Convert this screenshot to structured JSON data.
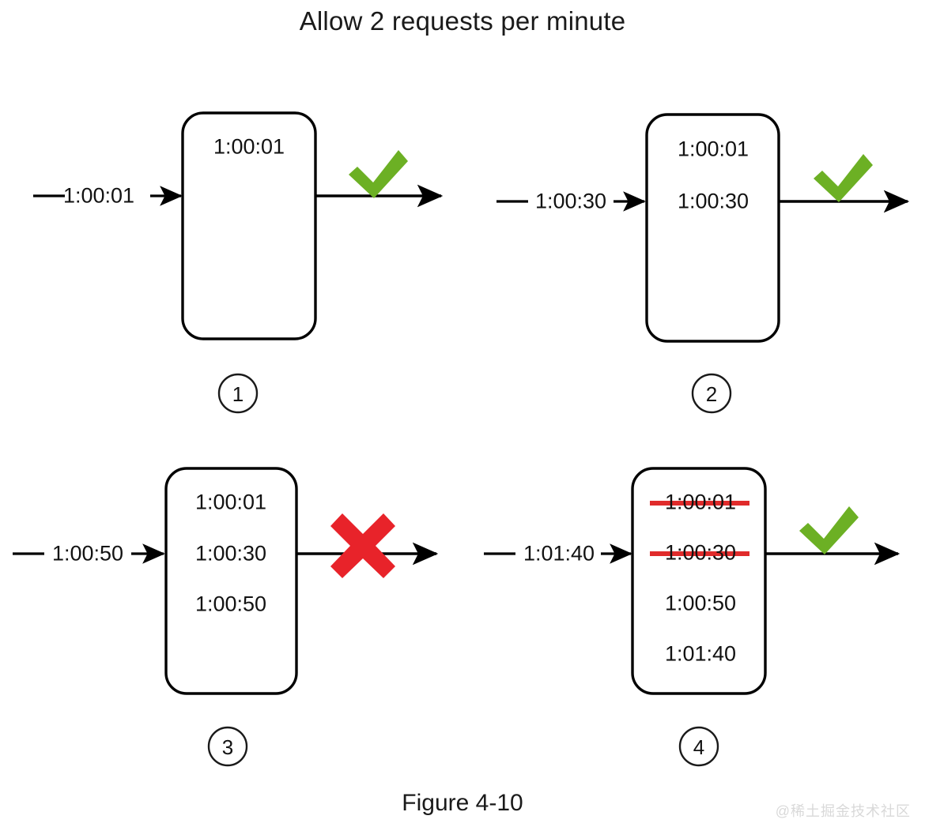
{
  "figure": {
    "title": "Allow 2 requests per minute",
    "caption": "Figure 4-10",
    "watermark": "@稀土掘金技术社区"
  },
  "colors": {
    "stroke": "#000000",
    "check_green": "#6CB024",
    "cross_red": "#E8232A",
    "strike_red": "#E02B2B",
    "text": "#121212",
    "watermark": "#D9D9D9"
  },
  "panels": [
    {
      "id": "panel-1",
      "marker": "1",
      "request_label": "1:00:01",
      "result_icon": "check-icon",
      "result": "allowed",
      "log": [
        {
          "time": "1:00:01",
          "expired": false
        }
      ]
    },
    {
      "id": "panel-2",
      "marker": "2",
      "request_label": "1:00:30",
      "result_icon": "check-icon",
      "result": "allowed",
      "log": [
        {
          "time": "1:00:01",
          "expired": false
        },
        {
          "time": "1:00:30",
          "expired": false
        }
      ]
    },
    {
      "id": "panel-3",
      "marker": "3",
      "request_label": "1:00:50",
      "result_icon": "cross-icon",
      "result": "rejected",
      "log": [
        {
          "time": "1:00:01",
          "expired": false
        },
        {
          "time": "1:00:30",
          "expired": false
        },
        {
          "time": "1:00:50",
          "expired": false
        }
      ]
    },
    {
      "id": "panel-4",
      "marker": "4",
      "request_label": "1:01:40",
      "result_icon": "check-icon",
      "result": "allowed",
      "log": [
        {
          "time": "1:00:01",
          "expired": true
        },
        {
          "time": "1:00:30",
          "expired": true
        },
        {
          "time": "1:00:50",
          "expired": false
        },
        {
          "time": "1:01:40",
          "expired": false
        }
      ]
    }
  ]
}
